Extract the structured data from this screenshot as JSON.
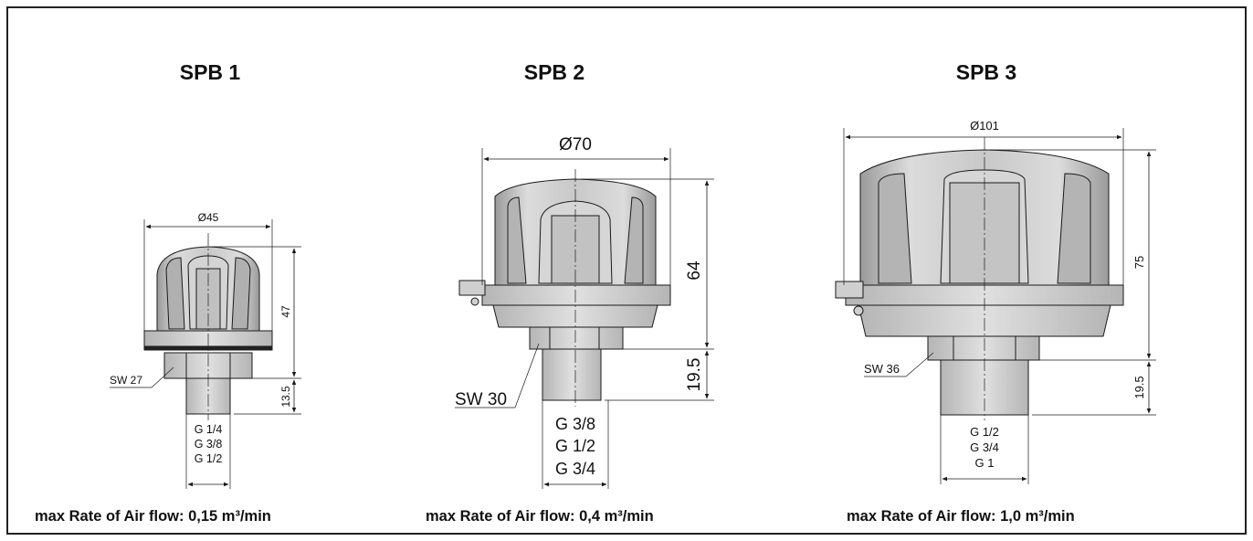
{
  "products": [
    {
      "title": "SPB 1",
      "diameter": "Ø45",
      "height": "47",
      "thread_height": "13.5",
      "wrench": "SW 27",
      "threads": [
        "G 1/4",
        "G 3/8",
        "G 1/2"
      ],
      "flow_label": "max Rate of Air flow: 0,15 m³/min"
    },
    {
      "title": "SPB 2",
      "diameter": "Ø70",
      "height": "64",
      "thread_height": "19.5",
      "wrench": "SW 30",
      "threads": [
        "G 3/8",
        "G 1/2",
        "G 3/4"
      ],
      "flow_label": "max Rate of Air flow: 0,4 m³/min"
    },
    {
      "title": "SPB 3",
      "diameter": "Ø101",
      "height": "75",
      "thread_height": "19.5",
      "wrench": "SW 36",
      "threads": [
        "G 1/2",
        "G 3/4",
        "G 1"
      ],
      "flow_label": "max Rate of Air flow: 1,0 m³/min"
    }
  ],
  "colors": {
    "body": "#d2d2d2",
    "body_dark": "#a8a8a8",
    "line": "#1a1a1a",
    "background": "#ffffff"
  }
}
